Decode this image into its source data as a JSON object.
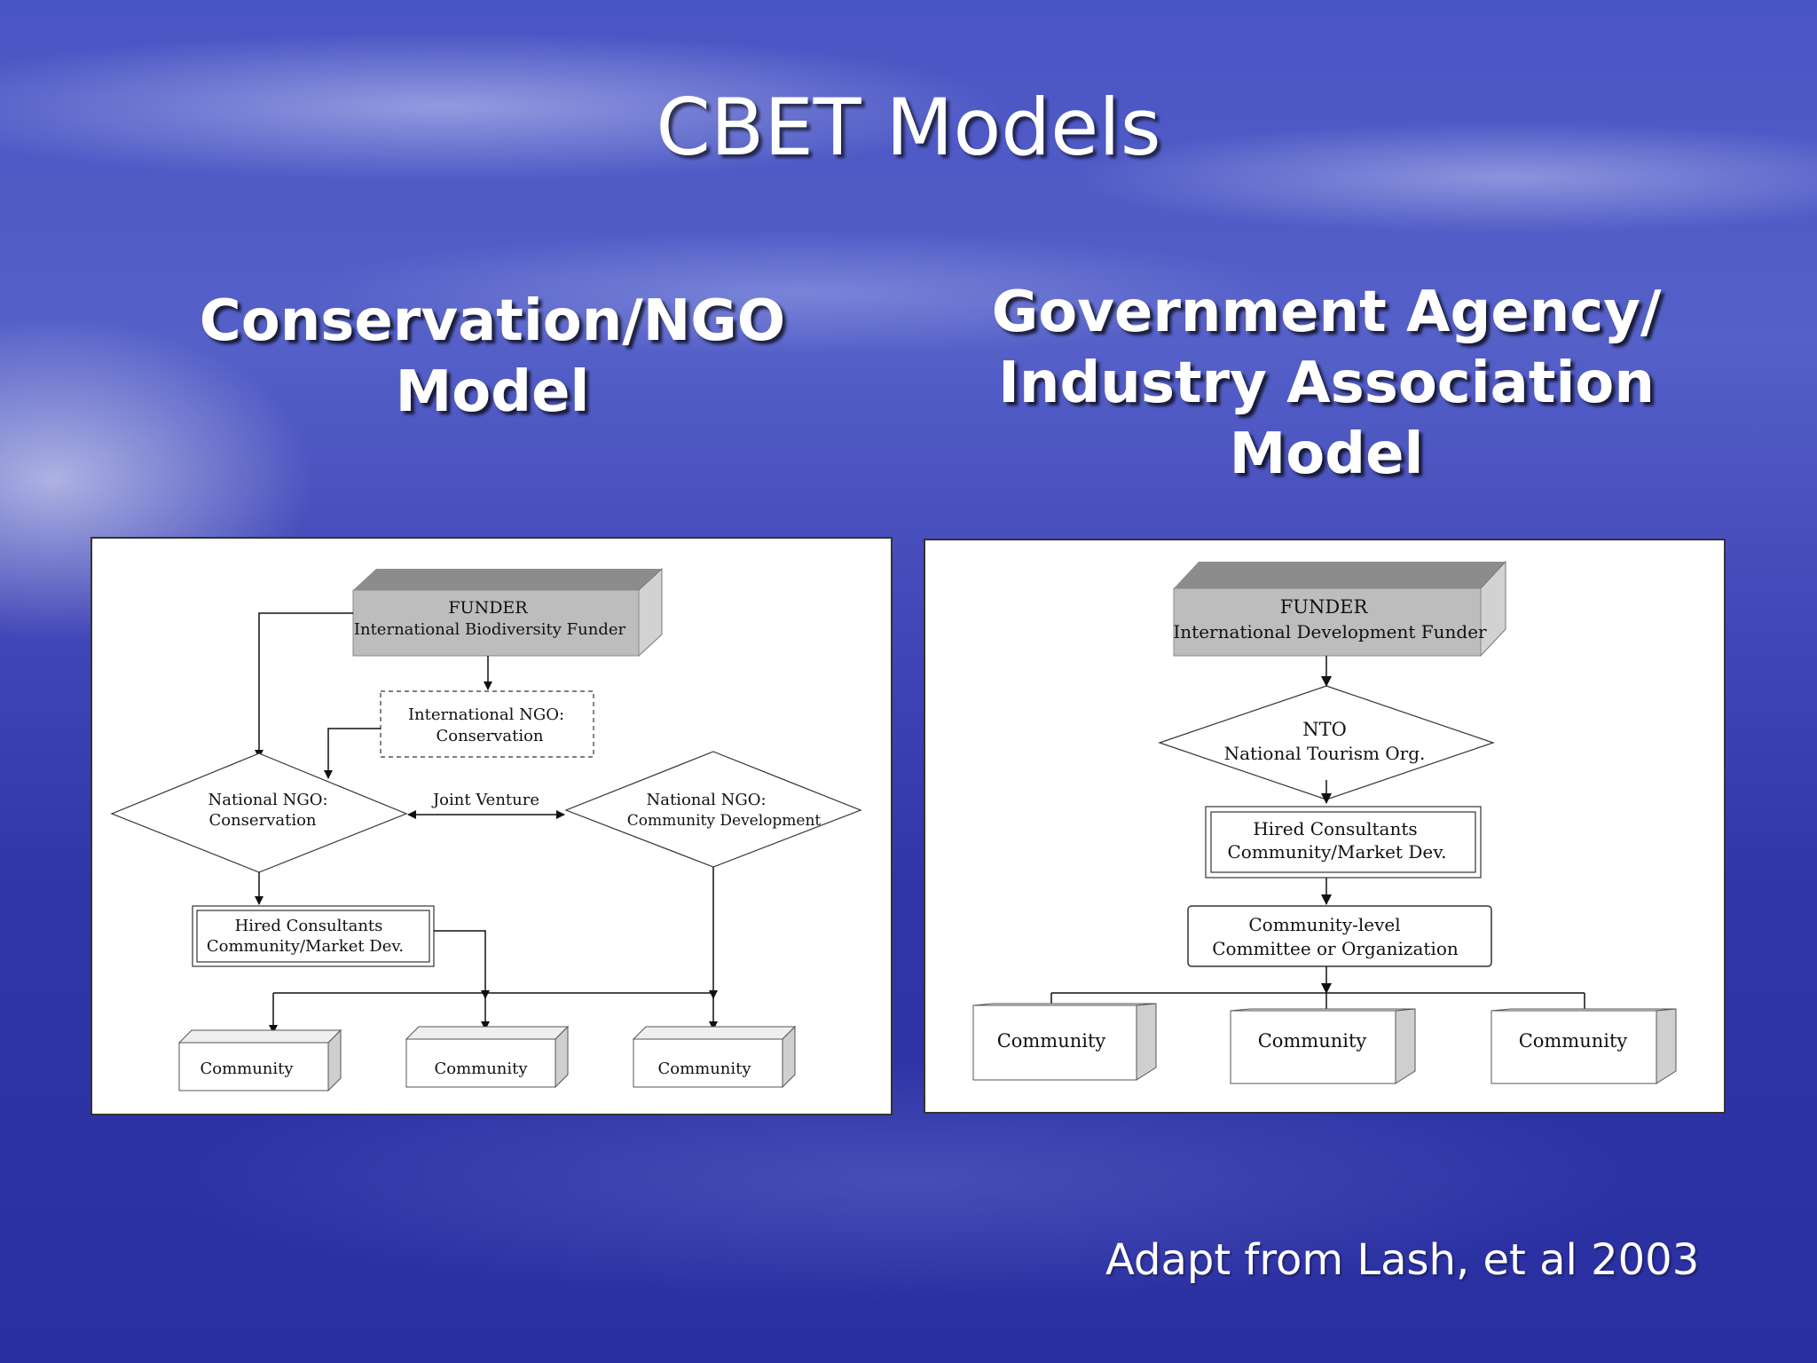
{
  "slide": {
    "title": "CBET Models",
    "left_heading": [
      "Conservation/NGO",
      "Model"
    ],
    "right_heading": [
      "Government Agency/",
      "Industry Association",
      "Model"
    ],
    "credit": "Adapt from Lash, et al 2003"
  },
  "left_diagram": {
    "funder_title": "FUNDER",
    "funder_name": "International Biodiversity Funder",
    "intl_ngo": [
      "International NGO:",
      "Conservation"
    ],
    "natl_ngo_conservation": [
      "National NGO:",
      "Conservation"
    ],
    "joint_venture": "Joint Venture",
    "natl_ngo_development": [
      "National NGO:",
      "Community Development"
    ],
    "consultants": [
      "Hired Consultants",
      "Community/Market Dev."
    ],
    "communities": [
      "Community",
      "Community",
      "Community"
    ]
  },
  "right_diagram": {
    "funder_title": "FUNDER",
    "funder_name": "International Development Funder",
    "nto": [
      "NTO",
      "National Tourism Org."
    ],
    "consultants": [
      "Hired Consultants",
      "Community/Market Dev."
    ],
    "committee": [
      "Community-level",
      "Committee or Organization"
    ],
    "communities": [
      "Community",
      "Community",
      "Community"
    ]
  }
}
